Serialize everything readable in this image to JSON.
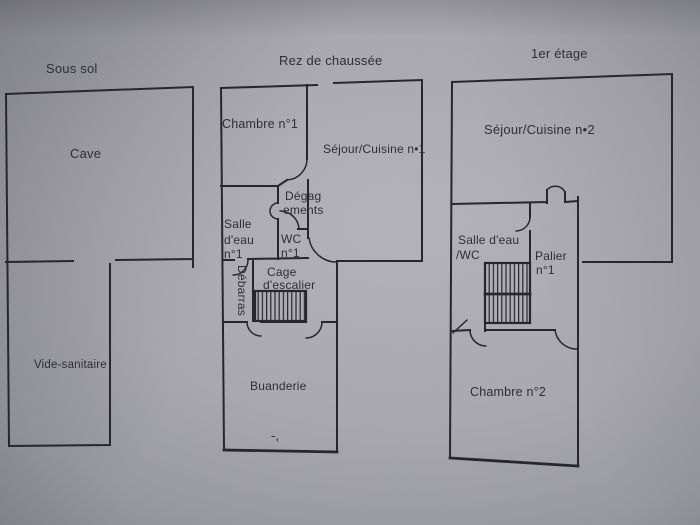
{
  "colors": {
    "paper": "#b4b4ba",
    "ink": "#26262c",
    "text": "#2e2e36"
  },
  "plans": {
    "sous_sol": {
      "title": "Sous sol",
      "rooms": {
        "cave": "Cave",
        "vide_sanitaire": "Vide-sanitaire"
      }
    },
    "rdc": {
      "title": "Rez de chaussée",
      "rooms": {
        "chambre1": "Chambre n°1",
        "sejour1": "Séjour/Cuisine n•1",
        "degagements_l1": "Dégag",
        "degagements_l2": "ements",
        "salle_eau_l1": "Salle",
        "salle_eau_l2": "d'eau",
        "salle_eau_l3": "n°1",
        "wc_l1": "WC",
        "wc_l2": "n°1",
        "cage_l1": "Cage",
        "cage_l2": "d'escalier",
        "debarras": "Débarras",
        "buanderie": "Buanderie",
        "pen_mark": "-,"
      }
    },
    "etage1": {
      "title": "1er étage",
      "rooms": {
        "sejour2": "Séjour/Cuisine n•2",
        "salle_eau_l1": "Salle d'eau",
        "salle_eau_l2": "/WC",
        "palier_l1": "Palier",
        "palier_l2": "n°1",
        "chambre2": "Chambre n°2"
      }
    }
  }
}
